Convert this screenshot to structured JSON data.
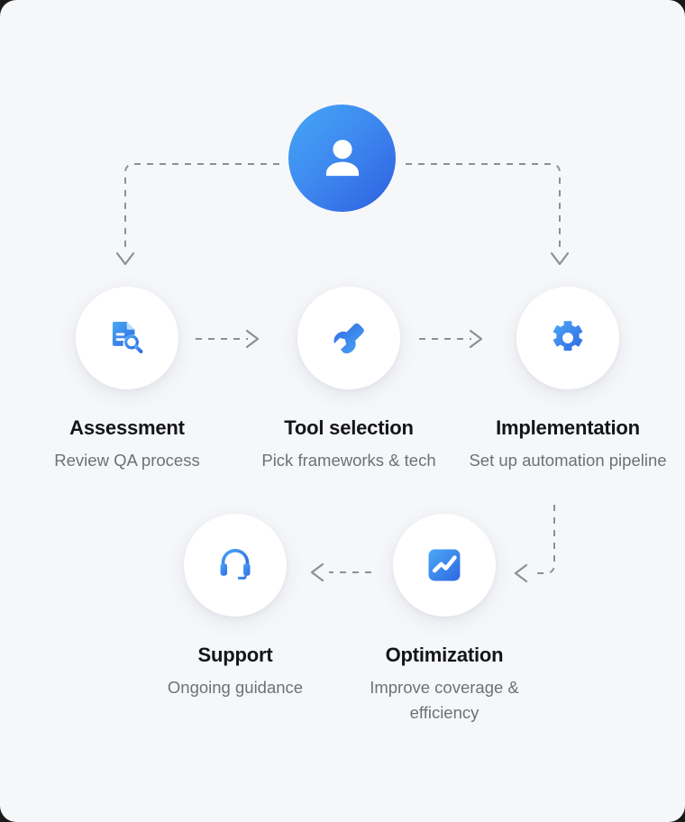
{
  "theme": {
    "background": "#f6f7f9",
    "node_fill": "#ffffff",
    "accent_light": "#43a7f4",
    "accent_dark": "#2d5fe0",
    "connector": "#8c9096",
    "title_color": "#141518",
    "desc_color": "#6d7176"
  },
  "diagram": {
    "type": "process-flow",
    "root": {
      "icon": "user-avatar-icon",
      "label": ""
    },
    "steps": [
      {
        "id": "assessment",
        "icon": "document-search-icon",
        "title": "Assessment",
        "desc": "Review QA process"
      },
      {
        "id": "tool-selection",
        "icon": "wrench-icon",
        "title": "Tool selection",
        "desc": "Pick frameworks & tech"
      },
      {
        "id": "implementation",
        "icon": "gear-icon",
        "title": "Implementation",
        "desc": "Set up automation pipeline"
      },
      {
        "id": "support",
        "icon": "headset-icon",
        "title": "Support",
        "desc": "Ongoing guidance"
      },
      {
        "id": "optimization",
        "icon": "line-chart-icon",
        "title": "Optimization",
        "desc": "Improve coverage & efficiency"
      }
    ],
    "connectors": [
      {
        "id": "root-to-assessment",
        "style": "dashed",
        "arrow": "down"
      },
      {
        "id": "root-to-implementation",
        "style": "dashed",
        "arrow": "down"
      },
      {
        "id": "assessment-to-tool-selection",
        "style": "dashed",
        "arrow": "right"
      },
      {
        "id": "tool-selection-to-implementation",
        "style": "dashed",
        "arrow": "right"
      },
      {
        "id": "implementation-to-optimization",
        "style": "dashed",
        "arrow": "left"
      },
      {
        "id": "optimization-to-support",
        "style": "dashed",
        "arrow": "left"
      }
    ]
  }
}
